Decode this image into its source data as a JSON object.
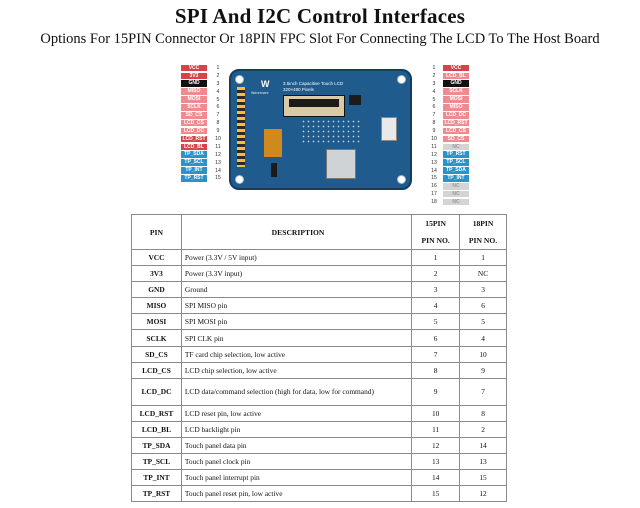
{
  "header": {
    "title": "SPI And I2C Control Interfaces",
    "subtitle": "Options For 15PIN Connector Or 18PIN FPC Slot For Connecting The LCD To The Host Board"
  },
  "board": {
    "name": "3.5inch Capacitive Touch LCD",
    "resolution": "320×480 Pixels",
    "brand": "Waveshare",
    "logo_glyph": "W"
  },
  "left_pins": [
    {
      "label": "VCC",
      "num": "1",
      "color": "red"
    },
    {
      "label": "3V3",
      "num": "2",
      "color": "red"
    },
    {
      "label": "GND",
      "num": "3",
      "color": "black"
    },
    {
      "label": "MISO",
      "num": "4",
      "color": "pink"
    },
    {
      "label": "MOSI",
      "num": "5",
      "color": "pink"
    },
    {
      "label": "SCLK",
      "num": "6",
      "color": "pink"
    },
    {
      "label": "SD_CS",
      "num": "7",
      "color": "pink"
    },
    {
      "label": "LCD_CS",
      "num": "8",
      "color": "pink"
    },
    {
      "label": "LCD_DC",
      "num": "9",
      "color": "pink"
    },
    {
      "label": "LCD_RST",
      "num": "10",
      "color": "red"
    },
    {
      "label": "LCD_BL",
      "num": "11",
      "color": "red"
    },
    {
      "label": "TP_SDA",
      "num": "12",
      "color": "blue"
    },
    {
      "label": "TP_SCL",
      "num": "13",
      "color": "blue"
    },
    {
      "label": "TP_INT",
      "num": "14",
      "color": "blue"
    },
    {
      "label": "TP_RST",
      "num": "15",
      "color": "blue"
    }
  ],
  "right_pins": [
    {
      "label": "VCC",
      "num": "1",
      "color": "red"
    },
    {
      "label": "LCD_BL",
      "num": "2",
      "color": "pink"
    },
    {
      "label": "GND",
      "num": "3",
      "color": "black"
    },
    {
      "label": "SCLK",
      "num": "4",
      "color": "pink"
    },
    {
      "label": "MOSI",
      "num": "5",
      "color": "pink"
    },
    {
      "label": "MISO",
      "num": "6",
      "color": "pink"
    },
    {
      "label": "LCD_DC",
      "num": "7",
      "color": "pink"
    },
    {
      "label": "LCD_RST",
      "num": "8",
      "color": "pink"
    },
    {
      "label": "LCD_CS",
      "num": "9",
      "color": "pink"
    },
    {
      "label": "SD_CS",
      "num": "10",
      "color": "pink"
    },
    {
      "label": "NC",
      "num": "11",
      "color": "grey"
    },
    {
      "label": "TP_RST",
      "num": "12",
      "color": "blue"
    },
    {
      "label": "TP_SCL",
      "num": "13",
      "color": "blue"
    },
    {
      "label": "TP_SDA",
      "num": "14",
      "color": "blue"
    },
    {
      "label": "TP_INT",
      "num": "15",
      "color": "blue"
    },
    {
      "label": "NC",
      "num": "16",
      "color": "grey"
    },
    {
      "label": "NC",
      "num": "17",
      "color": "grey"
    },
    {
      "label": "NC",
      "num": "18",
      "color": "grey"
    }
  ],
  "pin_colors": {
    "red": "#d7434b",
    "pink": "#ef8b8f",
    "black": "#111111",
    "blue": "#2c93c9",
    "grey": "#d4d4d4"
  },
  "table": {
    "headers": {
      "pin": "PIN",
      "description": "DESCRIPTION",
      "p15_line1": "15PIN",
      "p15_line2": "PIN NO.",
      "p18_line1": "18PIN",
      "p18_line2": "PIN NO."
    },
    "rows": [
      {
        "pin": "VCC",
        "desc": "Power (3.3V / 5V input)",
        "p15": "1",
        "p18": "1"
      },
      {
        "pin": "3V3",
        "desc": "Power (3.3V input)",
        "p15": "2",
        "p18": "NC"
      },
      {
        "pin": "GND",
        "desc": "Ground",
        "p15": "3",
        "p18": "3"
      },
      {
        "pin": "MISO",
        "desc": "SPI MISO pin",
        "p15": "4",
        "p18": "6"
      },
      {
        "pin": "MOSI",
        "desc": "SPI MOSI pin",
        "p15": "5",
        "p18": "5"
      },
      {
        "pin": "SCLK",
        "desc": "SPI CLK pin",
        "p15": "6",
        "p18": "4"
      },
      {
        "pin": "SD_CS",
        "desc": "TF card chip selection, low active",
        "p15": "7",
        "p18": "10"
      },
      {
        "pin": "LCD_CS",
        "desc": "LCD chip selection, low active",
        "p15": "8",
        "p18": "9"
      },
      {
        "pin": "LCD_DC",
        "desc": "LCD data/command selection (high for data, low for command)",
        "p15": "9",
        "p18": "7"
      },
      {
        "pin": "LCD_RST",
        "desc": "LCD reset pin, low active",
        "p15": "10",
        "p18": "8"
      },
      {
        "pin": "LCD_BL",
        "desc": "LCD backlight pin",
        "p15": "11",
        "p18": "2"
      },
      {
        "pin": "TP_SDA",
        "desc": "Touch panel data pin",
        "p15": "12",
        "p18": "14"
      },
      {
        "pin": "TP_SCL",
        "desc": "Touch panel clock pin",
        "p15": "13",
        "p18": "13"
      },
      {
        "pin": "TP_INT",
        "desc": "Touch panel interrupt pin",
        "p15": "14",
        "p18": "15"
      },
      {
        "pin": "TP_RST",
        "desc": "Touch panel reset pin, low active",
        "p15": "15",
        "p18": "12"
      }
    ]
  }
}
